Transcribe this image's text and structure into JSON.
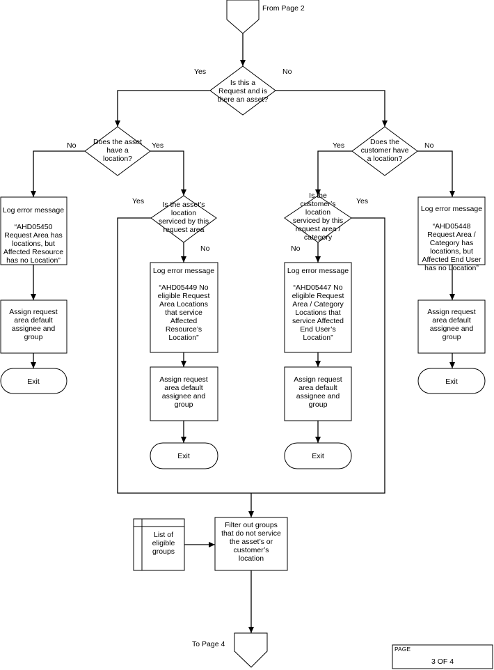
{
  "connectors": {
    "from_page": "From Page 2",
    "to_page": "To Page 4"
  },
  "decisions": {
    "top": [
      "Is this a",
      "Request and is",
      "there an asset?"
    ],
    "asset_location": [
      "Does the asset",
      "have a",
      "location?"
    ],
    "customer_location": [
      "Does the",
      "customer have",
      "a location?"
    ],
    "asset_serviced": [
      "Is the asset’s",
      "location",
      "serviced by this",
      "request area"
    ],
    "customer_serviced": [
      "Is the",
      "customer’s",
      "location",
      "serviced by this",
      "request area /",
      "category"
    ]
  },
  "branch_labels": {
    "top_yes": "Yes",
    "top_no": "No",
    "asset_loc_no": "No",
    "asset_loc_yes": "Yes",
    "cust_loc_yes": "Yes",
    "cust_loc_no": "No",
    "asset_serv_yes": "Yes",
    "asset_serv_no": "No",
    "cust_serv_yes": "Yes",
    "cust_serv_no": "No"
  },
  "processes": {
    "log_05450": [
      "Log error message",
      "",
      "“AHD05450",
      "Request Area has",
      "locations, but",
      "Affected Resource",
      "has no Location”"
    ],
    "log_05449": [
      "Log error message",
      "",
      "“AHD05449 No",
      "eligible Request",
      "Area Locations",
      "that service",
      "Affected",
      "Resource’s",
      "Location”"
    ],
    "log_05447": [
      "Log error message",
      "",
      "“AHD05447  No",
      "eligible Request",
      "Area / Category",
      "Locations that",
      "service Affected",
      "End User’s",
      "Location”"
    ],
    "log_05448": [
      "Log error message",
      "",
      "“AHD05448",
      "Request Area /",
      "Category has",
      "locations, but",
      "Affected End User",
      "has no Location”"
    ],
    "assign": [
      "Assign request",
      "area default",
      "assignee and",
      "group"
    ],
    "filter": [
      "Filter out groups",
      "that do not service",
      "the asset’s or",
      "customer’s",
      "location"
    ]
  },
  "terminators": {
    "exit": "Exit"
  },
  "data_store": [
    "List of",
    "eligible",
    "groups"
  ],
  "page_box": {
    "label": "PAGE",
    "value": "3 OF 4"
  }
}
